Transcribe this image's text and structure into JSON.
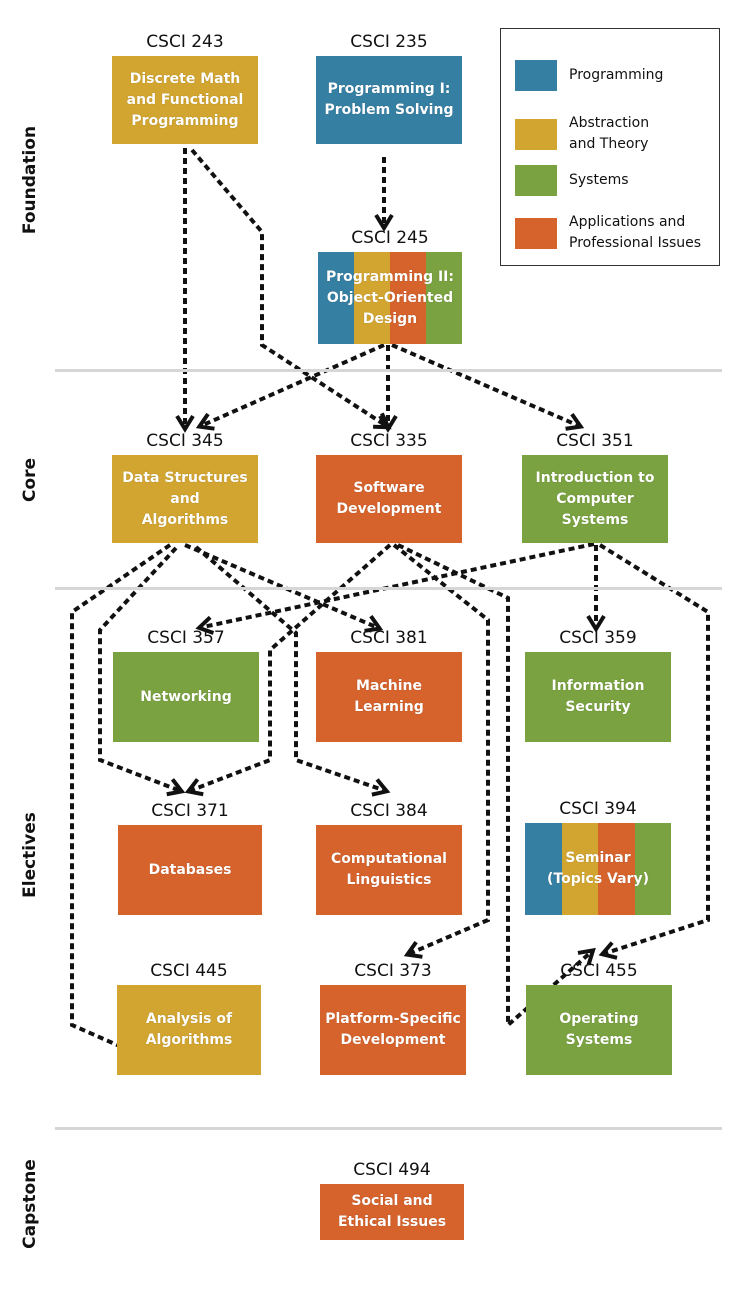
{
  "colors": {
    "programming": "#357fa3",
    "theory": "#d2a530",
    "systems": "#7aa240",
    "applications": "#d6622c"
  },
  "sections": [
    {
      "id": "foundation",
      "label": "Foundation"
    },
    {
      "id": "core",
      "label": "Core"
    },
    {
      "id": "electives",
      "label": "Electives"
    },
    {
      "id": "capstone",
      "label": "Capstone"
    }
  ],
  "legend": [
    {
      "key": "programming",
      "label": "Programming"
    },
    {
      "key": "theory",
      "label": "Abstraction\nand Theory"
    },
    {
      "key": "systems",
      "label": "Systems"
    },
    {
      "key": "applications",
      "label": "Applications and\nProfessional Issues"
    }
  ],
  "courses": [
    {
      "id": "243",
      "code": "CSCI 243",
      "title": "Discrete Math\nand Functional\nProgramming",
      "categories": [
        "theory"
      ]
    },
    {
      "id": "235",
      "code": "CSCI 235",
      "title": "Programming I:\nProblem Solving",
      "categories": [
        "programming"
      ]
    },
    {
      "id": "245",
      "code": "CSCI 245",
      "title": "Programming II:\nObject-Oriented\nDesign",
      "categories": [
        "programming",
        "theory",
        "applications",
        "systems"
      ]
    },
    {
      "id": "345",
      "code": "CSCI 345",
      "title": "Data Structures\nand\nAlgorithms",
      "categories": [
        "theory"
      ]
    },
    {
      "id": "335",
      "code": "CSCI 335",
      "title": "Software\nDevelopment",
      "categories": [
        "applications"
      ]
    },
    {
      "id": "351",
      "code": "CSCI 351",
      "title": "Introduction to\nComputer\nSystems",
      "categories": [
        "systems"
      ]
    },
    {
      "id": "357",
      "code": "CSCI 357",
      "title": "Networking",
      "categories": [
        "systems"
      ]
    },
    {
      "id": "381",
      "code": "CSCI 381",
      "title": "Machine\nLearning",
      "categories": [
        "applications"
      ]
    },
    {
      "id": "359",
      "code": "CSCI 359",
      "title": "Information\nSecurity",
      "categories": [
        "systems"
      ]
    },
    {
      "id": "371",
      "code": "CSCI 371",
      "title": "Databases",
      "categories": [
        "applications"
      ]
    },
    {
      "id": "384",
      "code": "CSCI 384",
      "title": "Computational\nLinguistics",
      "categories": [
        "applications"
      ]
    },
    {
      "id": "394",
      "code": "CSCI 394",
      "title": "Seminar\n(Topics Vary)",
      "categories": [
        "programming",
        "theory",
        "applications",
        "systems"
      ]
    },
    {
      "id": "445",
      "code": "CSCI 445",
      "title": "Analysis of\nAlgorithms",
      "categories": [
        "theory"
      ]
    },
    {
      "id": "373",
      "code": "CSCI 373",
      "title": "Platform-Specific\nDevelopment",
      "categories": [
        "applications"
      ]
    },
    {
      "id": "455",
      "code": "CSCI 455",
      "title": "Operating\nSystems",
      "categories": [
        "systems"
      ]
    },
    {
      "id": "494",
      "code": "CSCI 494",
      "title": "Social and\nEthical Issues",
      "categories": [
        "applications"
      ]
    }
  ],
  "prerequisites": [
    {
      "from": "243",
      "to": "345"
    },
    {
      "from": "243",
      "to": "335"
    },
    {
      "from": "235",
      "to": "245"
    },
    {
      "from": "245",
      "to": "345"
    },
    {
      "from": "245",
      "to": "335"
    },
    {
      "from": "245",
      "to": "351"
    },
    {
      "from": "345",
      "to": "381"
    },
    {
      "from": "345",
      "to": "371"
    },
    {
      "from": "345",
      "to": "384"
    },
    {
      "from": "345",
      "to": "445"
    },
    {
      "from": "335",
      "to": "371"
    },
    {
      "from": "335",
      "to": "373"
    },
    {
      "from": "335",
      "to": "455"
    },
    {
      "from": "351",
      "to": "357"
    },
    {
      "from": "351",
      "to": "359"
    },
    {
      "from": "351",
      "to": "455"
    }
  ]
}
